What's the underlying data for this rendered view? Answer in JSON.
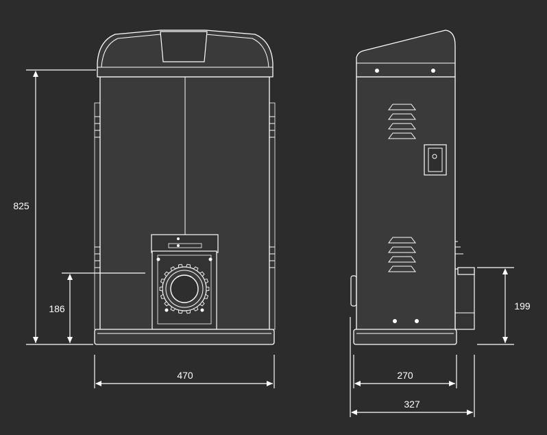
{
  "dimensions": {
    "front_height": "825",
    "front_lower_height": "186",
    "front_width": "470",
    "side_lower_height": "199",
    "side_width_body": "270",
    "side_width_total": "327"
  },
  "colors": {
    "background": "#2c2c2c",
    "housing": "#3a3a3a",
    "line": "#ffffff"
  }
}
